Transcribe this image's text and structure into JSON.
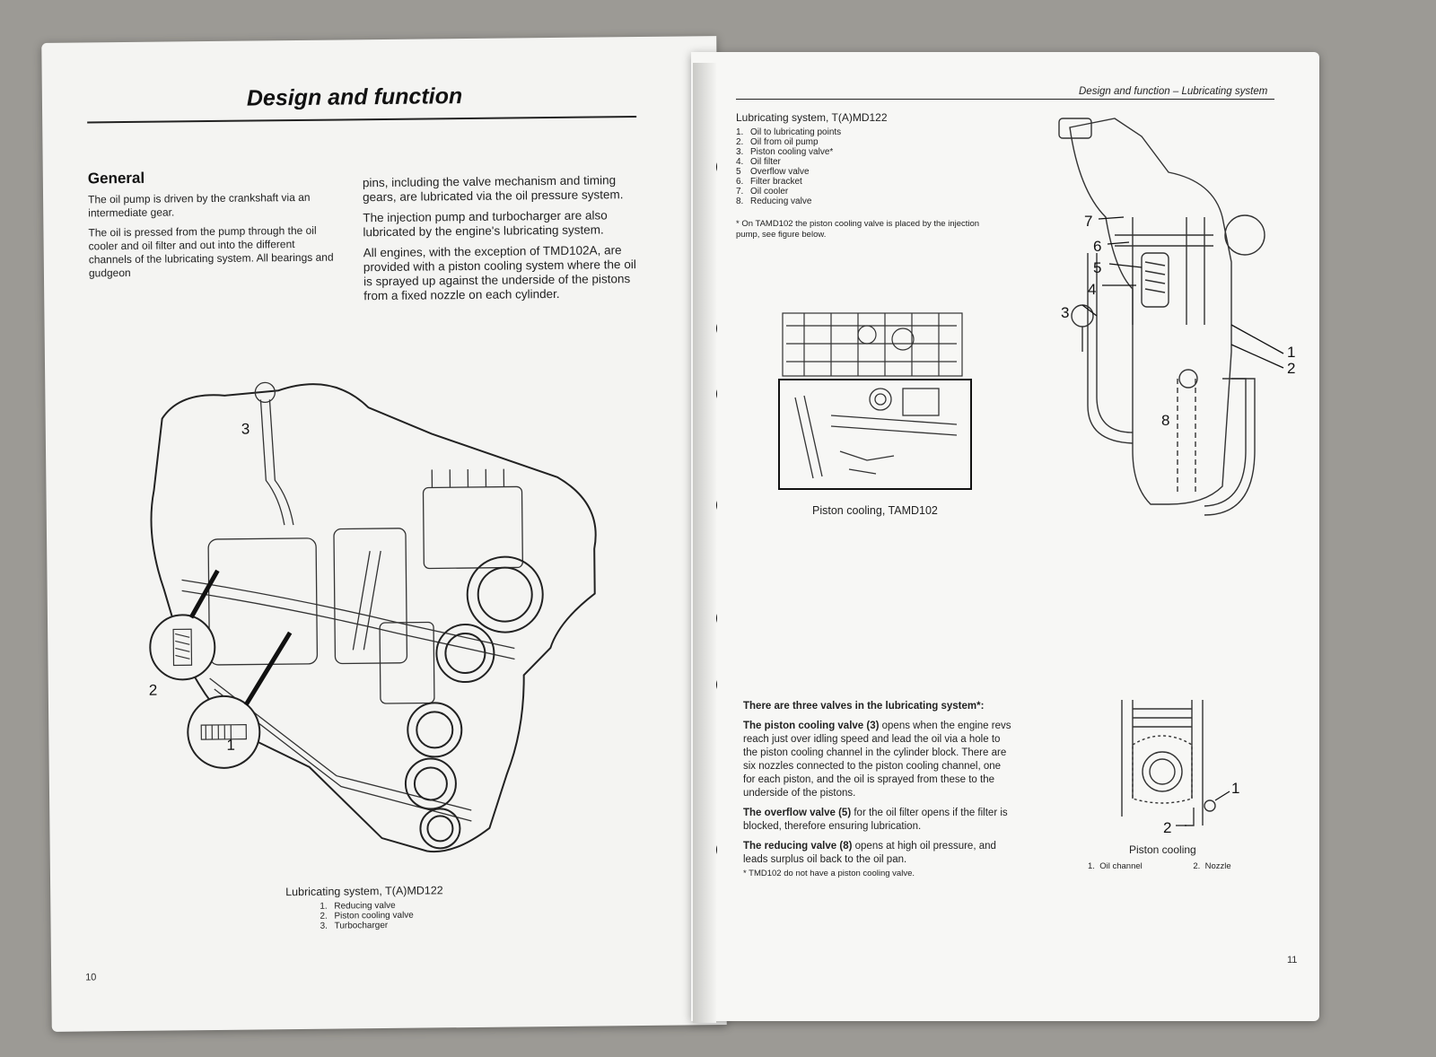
{
  "left_page": {
    "chapter_title": "Design and function",
    "section_heading": "General",
    "col1": [
      "The oil pump is driven by the crankshaft via an intermediate gear.",
      "The oil is pressed from the pump through the oil cooler and oil filter and out into the different channels of the lubricating system. All bearings and gudgeon"
    ],
    "col2": [
      "pins, including the valve mechanism and timing gears, are lubricated via the oil pressure system.",
      "The injection pump and turbocharger are also lubricated by the engine's lubricating system.",
      "All engines, with the exception of TMD102A, are provided with a piston cooling system where the oil is sprayed up against the underside of the pistons from a fixed nozzle on each cylinder."
    ],
    "figure": {
      "callouts": [
        "3",
        "2",
        "1"
      ],
      "caption": "Lubricating system, T(A)MD122",
      "legend": [
        {
          "n": "1.",
          "text": "Reducing valve"
        },
        {
          "n": "2.",
          "text": "Piston cooling valve"
        },
        {
          "n": "3.",
          "text": "Turbocharger"
        }
      ]
    },
    "page_number": "10"
  },
  "right_page": {
    "running_header": "Design and function – Lubricating system",
    "legend_title": "Lubricating system, T(A)MD122",
    "legend": [
      {
        "n": "1.",
        "text": "Oil to lubricating points"
      },
      {
        "n": "2.",
        "text": "Oil from oil pump"
      },
      {
        "n": "3.",
        "text": "Piston cooling valve*"
      },
      {
        "n": "4.",
        "text": "Oil filter"
      },
      {
        "n": "5",
        "text": "Overflow valve"
      },
      {
        "n": "6.",
        "text": "Filter bracket"
      },
      {
        "n": "7.",
        "text": "Oil cooler"
      },
      {
        "n": "8.",
        "text": "Reducing valve"
      }
    ],
    "legend_note": "* On TAMD102 the piston cooling valve is placed by the injection pump, see figure below.",
    "fig_tamd_caption": "Piston cooling, TAMD102",
    "system_callouts": [
      "7",
      "6",
      "5",
      "4",
      "3",
      "1",
      "2",
      "8"
    ],
    "valves_heading": "There are three valves in the lubricating system*:",
    "valves": [
      {
        "name": "The piston cooling valve (3)",
        "text": " opens when the engine revs reach just over idling speed and lead the oil via a hole to the piston cooling channel in the cylinder block. There are six nozzles connected to the piston cooling channel, one for each piston, and the oil is sprayed from these to the underside of the pistons."
      },
      {
        "name": "The overflow valve (5)",
        "text": " for the oil filter opens if the filter is blocked, therefore ensuring lubrication."
      },
      {
        "name": "The reducing valve (8)",
        "text": " opens at high oil pressure, and leads surplus oil back to the oil pan."
      }
    ],
    "valves_note": "* TMD102 do not have a piston cooling valve.",
    "piston_callouts": [
      "1",
      "2"
    ],
    "piston_caption": "Piston cooling",
    "piston_legend": [
      {
        "n": "1.",
        "text": "Oil channel"
      },
      {
        "n": "2.",
        "text": "Nozzle"
      }
    ],
    "page_number": "11"
  }
}
